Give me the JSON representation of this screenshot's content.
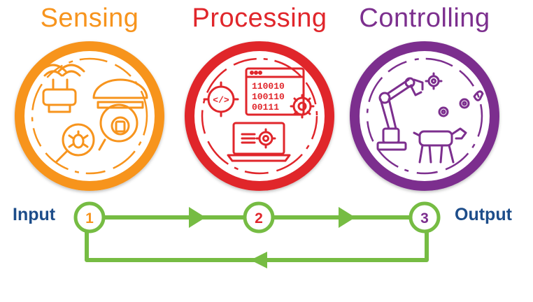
{
  "stages": [
    {
      "title": "Sensing",
      "number": "1",
      "color": "#f7941d"
    },
    {
      "title": "Processing",
      "number": "2",
      "color": "#e0262b"
    },
    {
      "title": "Controlling",
      "number": "3",
      "color": "#7c2f8e"
    }
  ],
  "input_label": "Input",
  "output_label": "Output",
  "icon_text": {
    "binary": [
      "110010",
      "100110",
      "00111"
    ],
    "code_tag": "</>"
  },
  "colors": {
    "flow_line": "#76bc43",
    "io_text": "#1d4d8a"
  },
  "icons": {
    "sensing": [
      "wifi-router-icon",
      "security-camera-icon",
      "bug-search-icon"
    ],
    "processing": [
      "code-target-icon",
      "binary-window-icon",
      "laptop-gear-icon"
    ],
    "controlling": [
      "robot-arm-icon",
      "gear-icon",
      "robot-dog-icon"
    ]
  }
}
